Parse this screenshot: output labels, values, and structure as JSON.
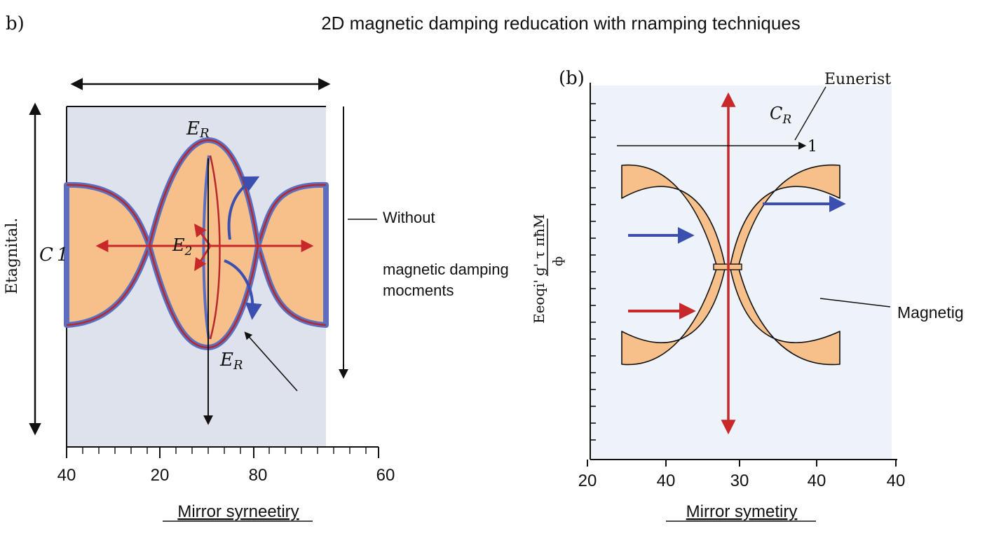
{
  "figure": {
    "panel_label_left": "b)",
    "title": "2D magnetic damping reducation  with rnamping techniques",
    "colors": {
      "panel_bg_left": "#dde2ec",
      "panel_bg_right": "#eef3fa",
      "lobe_fill": "#f7c08a",
      "lobe_outline_blue": "#5b6fc2",
      "lobe_outline_red": "#b8282a",
      "arrow_red": "#c8282a",
      "arrow_blue": "#3a4fb0",
      "ink": "#111111"
    }
  },
  "left_panel": {
    "ylabel": "Etagnital.",
    "label_c1": "C 1",
    "label_er_top": "E",
    "label_er_top_sub": "R",
    "label_e2": "E",
    "label_e2_sub": "2",
    "label_er_bottom": "E",
    "label_er_bottom_sub": "R",
    "annotation_without": "Without",
    "annotation_line2": "magnetic damping",
    "annotation_line3": "mocments",
    "x_ticks": [
      "40",
      "20",
      "80",
      "60"
    ],
    "xlabel": "Mirror syrneetiry"
  },
  "right_panel": {
    "panel_label": "(b)",
    "label_top_right": "Eunerist",
    "label_cr": "C",
    "label_cr_sub": "R",
    "label_one": "1",
    "ylabel_main": "Eeoqi'",
    "ylabel_frac_top": "g' τ πħM",
    "ylabel_frac_bottom": "ф",
    "label_magnetig": "Magnetig",
    "x_ticks": [
      "20",
      "40",
      "30",
      "40",
      "40"
    ],
    "xlabel": "Mirror symetiry"
  }
}
